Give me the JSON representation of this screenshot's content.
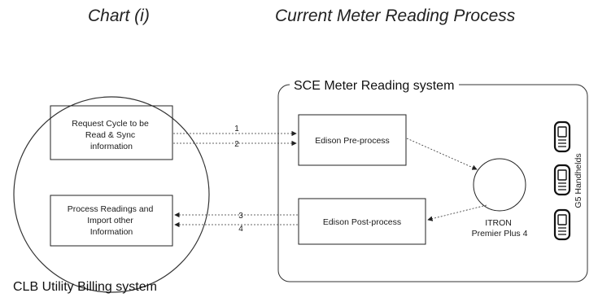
{
  "header": {
    "chart_label": "Chart (i)",
    "title": "Current Meter Reading Process"
  },
  "sce_system": {
    "title": "SCE Meter Reading system",
    "pre_process": "Edison Pre-process",
    "post_process": "Edison Post-process",
    "itron": [
      "ITRON",
      "Premier Plus 4"
    ],
    "handhelds_label": "G5 Handhelds",
    "handheld_count": 3
  },
  "clb_system": {
    "label": "CLB Utility Billing system",
    "request_box": [
      "Request Cycle to be",
      "Read & Sync",
      "information"
    ],
    "process_box": [
      "Process Readings and",
      "Import other",
      "Information"
    ]
  },
  "flows": [
    {
      "number": "1"
    },
    {
      "number": "2"
    },
    {
      "number": "3"
    },
    {
      "number": "4"
    }
  ]
}
